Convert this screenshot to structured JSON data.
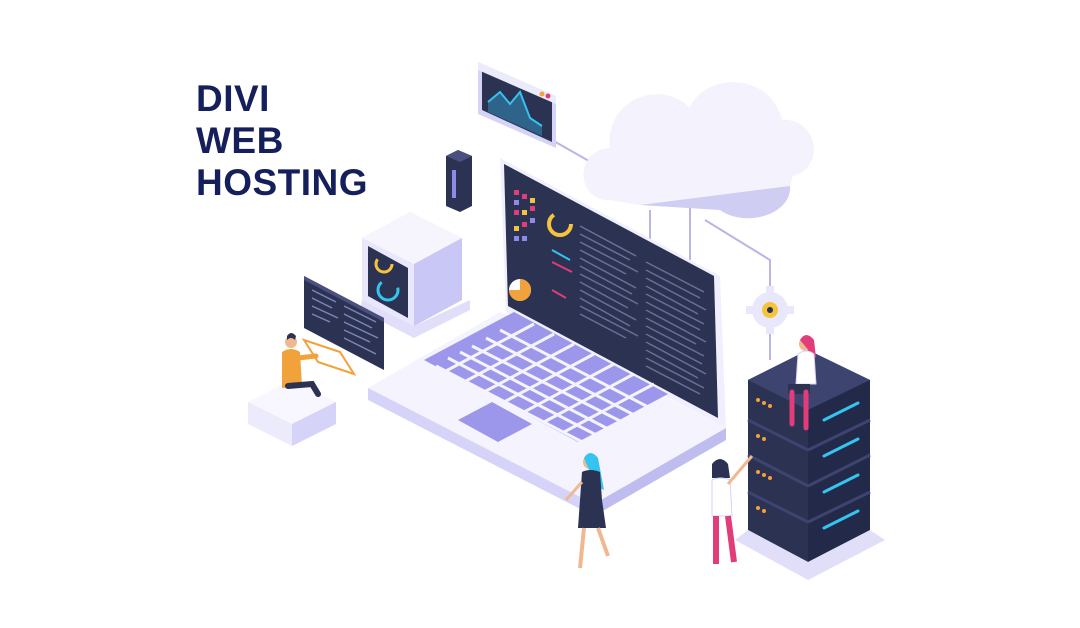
{
  "headline": {
    "line1": "DIVI",
    "line2": "WEB",
    "line3": "HOSTING"
  },
  "illustration": {
    "description_icons": [
      "cloud-icon",
      "laptop-icon",
      "server-rack-icon",
      "gear-icon",
      "chart-window-icon",
      "desktop-tower-icon",
      "router-icon"
    ],
    "colors": {
      "navy": "#141f5c",
      "screen": "#2b3252",
      "lavender": "#c9c7f5",
      "light": "#ecebfb",
      "purple": "#8f89e8",
      "pink": "#e23c7a",
      "orange": "#f2a23b",
      "yellow": "#f6c33c",
      "cyan": "#35c3f0"
    }
  }
}
